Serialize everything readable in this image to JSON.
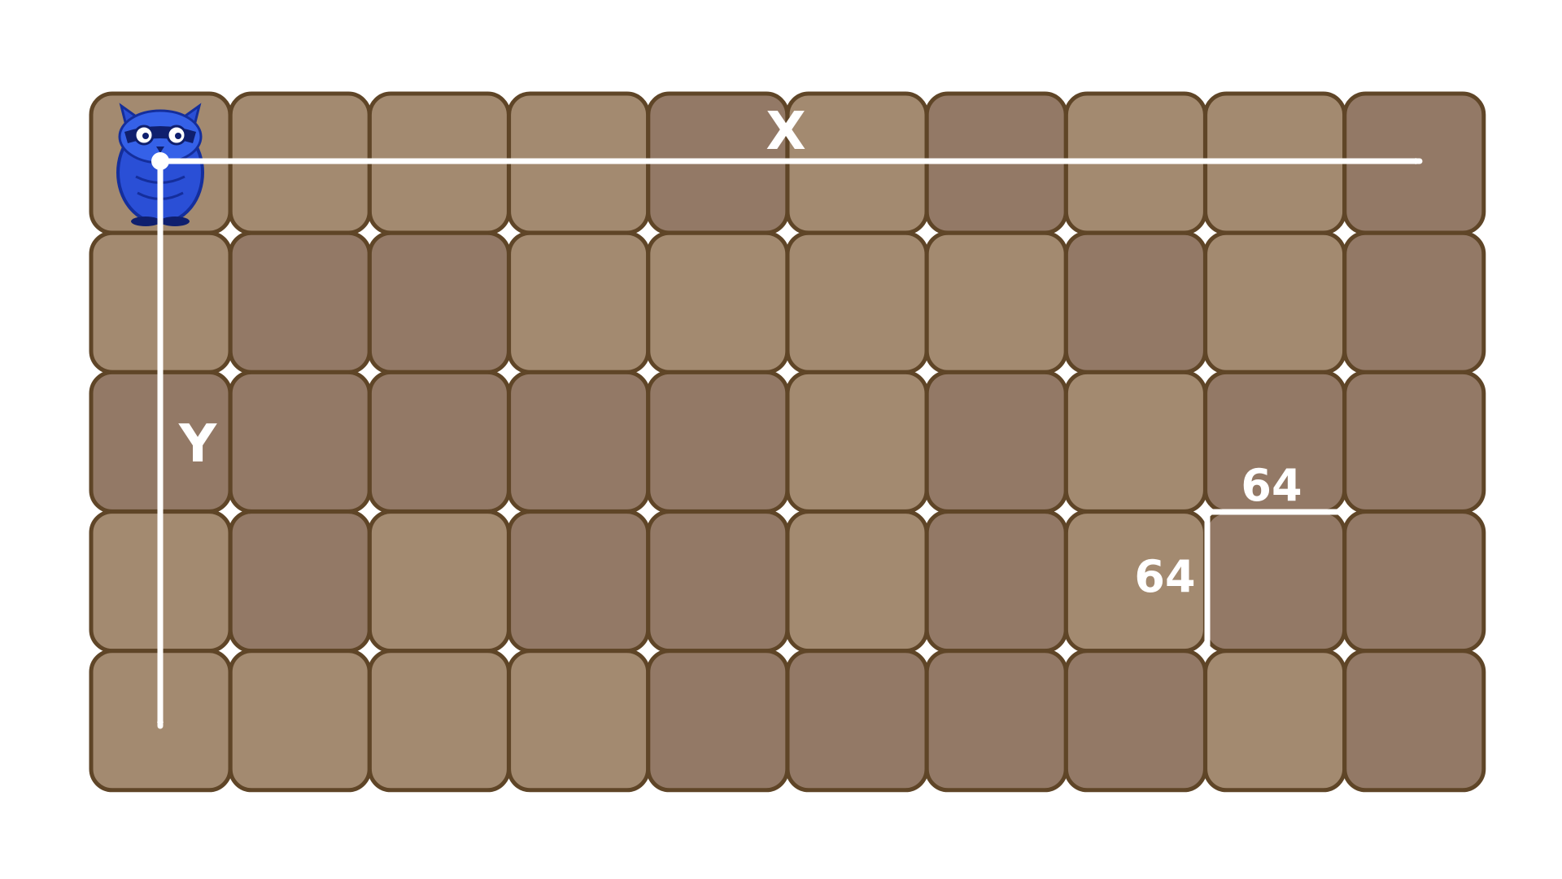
{
  "grid": {
    "rows": 5,
    "cols": 10,
    "colors": {
      "light": "#a38a70",
      "dark": "#937966",
      "border": "#5f4527",
      "background": "#ffffff"
    },
    "pattern": [
      [
        "light",
        "light",
        "light",
        "light",
        "dark",
        "light",
        "dark",
        "light",
        "light",
        "dark"
      ],
      [
        "light",
        "dark",
        "dark",
        "light",
        "light",
        "light",
        "light",
        "dark",
        "light",
        "dark"
      ],
      [
        "dark",
        "dark",
        "dark",
        "dark",
        "dark",
        "light",
        "dark",
        "light",
        "dark",
        "dark"
      ],
      [
        "light",
        "dark",
        "light",
        "dark",
        "dark",
        "light",
        "dark",
        "light",
        "dark",
        "dark"
      ],
      [
        "light",
        "light",
        "light",
        "light",
        "dark",
        "dark",
        "dark",
        "dark",
        "light",
        "dark"
      ]
    ]
  },
  "character": {
    "icon": "blue-owl-icon",
    "color": "#2a4fd6"
  },
  "axes": {
    "x_label": "X",
    "y_label": "Y"
  },
  "dimension": {
    "width_label": "64",
    "height_label": "64"
  }
}
